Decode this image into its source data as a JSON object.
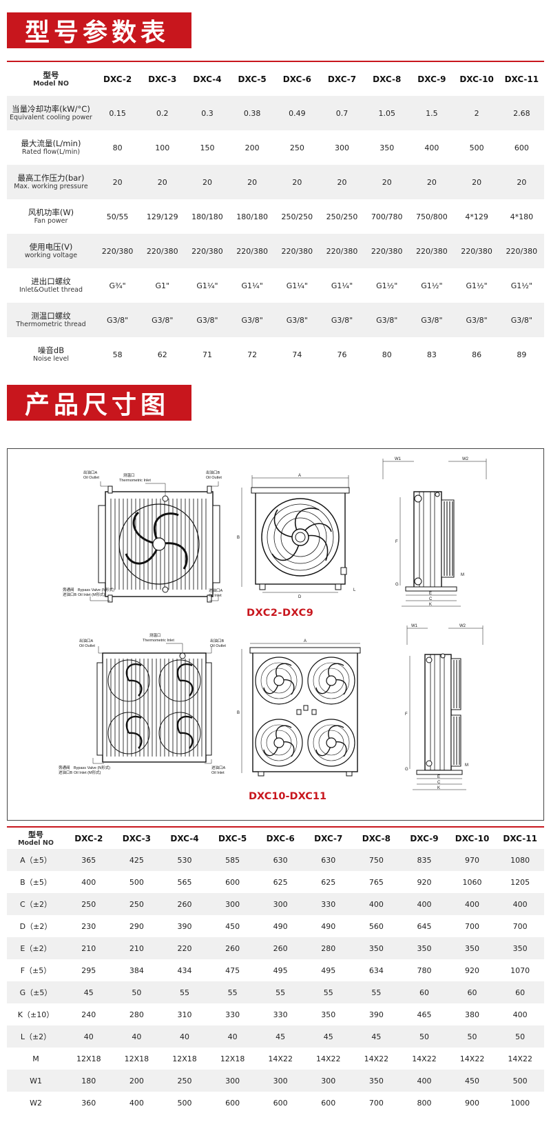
{
  "sections": {
    "params_title": "型号参数表",
    "dims_title": "产品尺寸图"
  },
  "models": [
    "DXC-2",
    "DXC-3",
    "DXC-4",
    "DXC-5",
    "DXC-6",
    "DXC-7",
    "DXC-8",
    "DXC-9",
    "DXC-10",
    "DXC-11"
  ],
  "spec_header": {
    "cn": "型号",
    "en": "Model NO"
  },
  "spec_rows": [
    {
      "cn": "当量冷却功率(kW/°C)",
      "en": "Equivalent cooling power",
      "values": [
        "0.15",
        "0.2",
        "0.3",
        "0.38",
        "0.49",
        "0.7",
        "1.05",
        "1.5",
        "2",
        "2.68"
      ]
    },
    {
      "cn": "最大流量(L/min)",
      "en": "Rated flow(L/min)",
      "values": [
        "80",
        "100",
        "150",
        "200",
        "250",
        "300",
        "350",
        "400",
        "500",
        "600"
      ]
    },
    {
      "cn": "最高工作压力(bar)",
      "en": "Max. working pressure",
      "values": [
        "20",
        "20",
        "20",
        "20",
        "20",
        "20",
        "20",
        "20",
        "20",
        "20"
      ]
    },
    {
      "cn": "风机功率(W)",
      "en": "Fan power",
      "values": [
        "50/55",
        "129/129",
        "180/180",
        "180/180",
        "250/250",
        "250/250",
        "700/780",
        "750/800",
        "4*129",
        "4*180"
      ]
    },
    {
      "cn": "使用电压(V)",
      "en": "working voltage",
      "values": [
        "220/380",
        "220/380",
        "220/380",
        "220/380",
        "220/380",
        "220/380",
        "220/380",
        "220/380",
        "220/380",
        "220/380"
      ]
    },
    {
      "cn": "进出口螺纹",
      "en": "Inlet&Outlet thread",
      "values": [
        "G¾\"",
        "G1\"",
        "G1¼\"",
        "G1¼\"",
        "G1¼\"",
        "G1¼\"",
        "G1½\"",
        "G1½\"",
        "G1½\"",
        "G1½\""
      ]
    },
    {
      "cn": "测温口螺纹",
      "en": "Thermometric thread",
      "values": [
        "G3/8\"",
        "G3/8\"",
        "G3/8\"",
        "G3/8\"",
        "G3/8\"",
        "G3/8\"",
        "G3/8\"",
        "G3/8\"",
        "G3/8\"",
        "G3/8\""
      ]
    },
    {
      "cn": "噪音dB",
      "en": "Noise level",
      "values": [
        "58",
        "62",
        "71",
        "72",
        "74",
        "76",
        "80",
        "83",
        "86",
        "89"
      ]
    }
  ],
  "diagram": {
    "caption_small": "DXC2-DXC9",
    "caption_large": "DXC10-DXC11",
    "labels": {
      "thermo_cn": "测温口",
      "thermo_en": "Thermometric Inlet",
      "oil_outlet_a": "出油口A",
      "oil_outlet_b": "出油口B",
      "oil_outlet_en": "Oil Outlet",
      "oil_inlet_a": "进油口A",
      "oil_inlet_en": "Oil Inlet",
      "bypass_cn": "旁通阀",
      "bypass_en": "Bypass Valve (N形式)",
      "inlet_b_cn": "进油口B",
      "inlet_b_en": "Oil Inlet (M形式)",
      "dim_a": "A",
      "dim_b": "B",
      "dim_d": "D",
      "dim_l": "L",
      "dim_w1": "W1",
      "dim_w2": "W2",
      "dim_f": "F",
      "dim_g": "G",
      "dim_e": "E",
      "dim_c": "C",
      "dim_k": "K",
      "dim_m": "M"
    }
  },
  "dim_header": {
    "cn": "型号",
    "en": "Model NO"
  },
  "dim_rows": [
    {
      "label": "A（±5）",
      "values": [
        "365",
        "425",
        "530",
        "585",
        "630",
        "630",
        "750",
        "835",
        "970",
        "1080"
      ]
    },
    {
      "label": "B（±5）",
      "values": [
        "400",
        "500",
        "565",
        "600",
        "625",
        "625",
        "765",
        "920",
        "1060",
        "1205"
      ]
    },
    {
      "label": "C（±2）",
      "values": [
        "250",
        "250",
        "260",
        "300",
        "300",
        "330",
        "400",
        "400",
        "400",
        "400"
      ]
    },
    {
      "label": "D（±2）",
      "values": [
        "230",
        "290",
        "390",
        "450",
        "490",
        "490",
        "560",
        "645",
        "700",
        "700"
      ]
    },
    {
      "label": "E（±2）",
      "values": [
        "210",
        "210",
        "220",
        "260",
        "260",
        "280",
        "350",
        "350",
        "350",
        "350"
      ]
    },
    {
      "label": "F（±5）",
      "values": [
        "295",
        "384",
        "434",
        "475",
        "495",
        "495",
        "634",
        "780",
        "920",
        "1070"
      ]
    },
    {
      "label": "G（±5）",
      "values": [
        "45",
        "50",
        "55",
        "55",
        "55",
        "55",
        "55",
        "60",
        "60",
        "60"
      ]
    },
    {
      "label": "K（±10）",
      "values": [
        "240",
        "280",
        "310",
        "330",
        "330",
        "350",
        "390",
        "465",
        "380",
        "400"
      ]
    },
    {
      "label": "L（±2）",
      "values": [
        "40",
        "40",
        "40",
        "40",
        "45",
        "45",
        "45",
        "50",
        "50",
        "50"
      ]
    },
    {
      "label": "M",
      "values": [
        "12X18",
        "12X18",
        "12X18",
        "12X18",
        "14X22",
        "14X22",
        "14X22",
        "14X22",
        "14X22",
        "14X22"
      ]
    },
    {
      "label": "W1",
      "values": [
        "180",
        "200",
        "250",
        "300",
        "300",
        "300",
        "350",
        "400",
        "450",
        "500"
      ]
    },
    {
      "label": "W2",
      "values": [
        "360",
        "400",
        "500",
        "600",
        "600",
        "600",
        "700",
        "800",
        "900",
        "1000"
      ]
    }
  ]
}
